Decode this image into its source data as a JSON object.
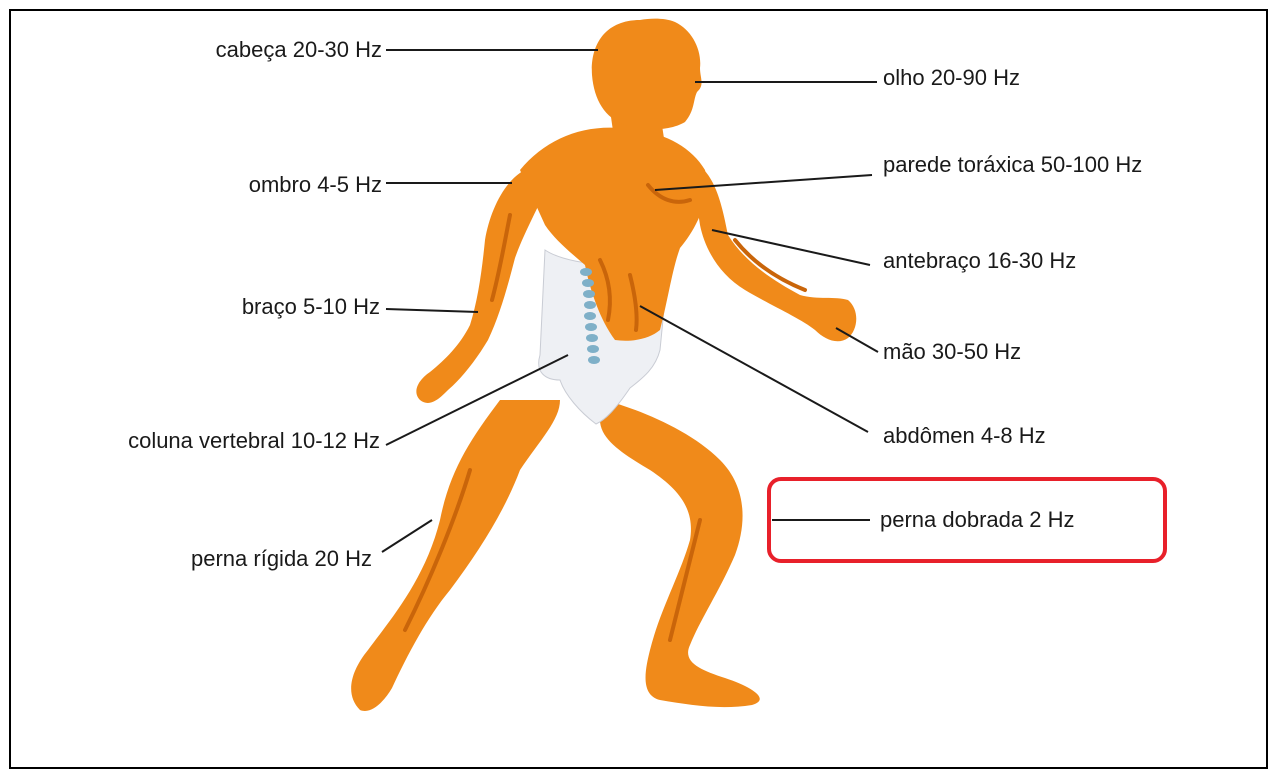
{
  "labels": {
    "head": "cabeça 20-30 Hz",
    "eye": "olho 20-90 Hz",
    "shoulder": "ombro 4-5 Hz",
    "chest_wall": "parede toráxica 50-100 Hz",
    "forearm": "antebraço 16-30 Hz",
    "arm": "braço 5-10 Hz",
    "hand": "mão 30-50 Hz",
    "spine": "coluna vertebral 10-12 Hz",
    "abdomen": "abdômen 4-8 Hz",
    "bent_leg": "perna dobrada 2 Hz",
    "rigid_leg": "perna rígida 20 Hz"
  },
  "colors": {
    "body": "#f08a1a",
    "body_shadow": "#c9650a",
    "spine": "#7fb0c8",
    "shorts": "#eef0f4",
    "highlight": "#e8202a",
    "lines": "#1a1a1a"
  },
  "highlighted_label": "bent_leg"
}
